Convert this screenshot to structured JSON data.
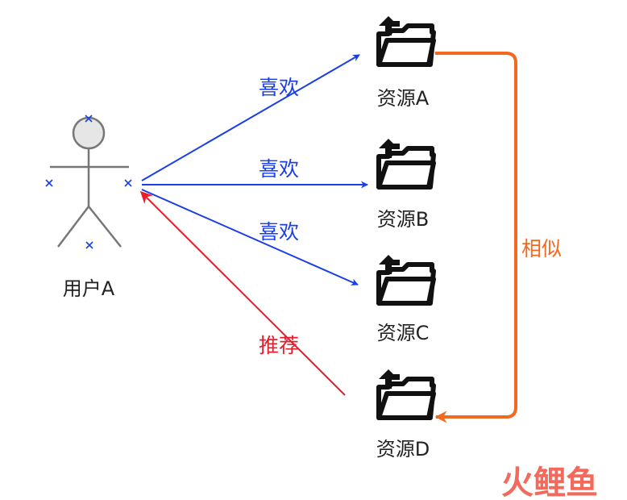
{
  "colors": {
    "like": "#1a3fe6",
    "recommend": "#e81c2c",
    "similar": "#f26a1f",
    "ink": "#222222",
    "actor_gray": "#777777",
    "actor_head_fill": "#e6e6e6",
    "folder": "#111111",
    "watermark_red": "#f15a4a",
    "watermark_green": "#5cc86a"
  },
  "user": {
    "label": "用户A",
    "icon": "stick-figure-actor-icon"
  },
  "resources": [
    {
      "label": "资源A",
      "icon": "folder-upload-icon"
    },
    {
      "label": "资源B",
      "icon": "folder-upload-icon"
    },
    {
      "label": "资源C",
      "icon": "folder-upload-icon"
    },
    {
      "label": "资源D",
      "icon": "folder-upload-icon"
    }
  ],
  "edges": {
    "like_a": "喜欢",
    "like_b": "喜欢",
    "like_c": "喜欢",
    "recommend": "推荐",
    "similar": "相似"
  },
  "watermark": {
    "text": "火鲤鱼"
  }
}
